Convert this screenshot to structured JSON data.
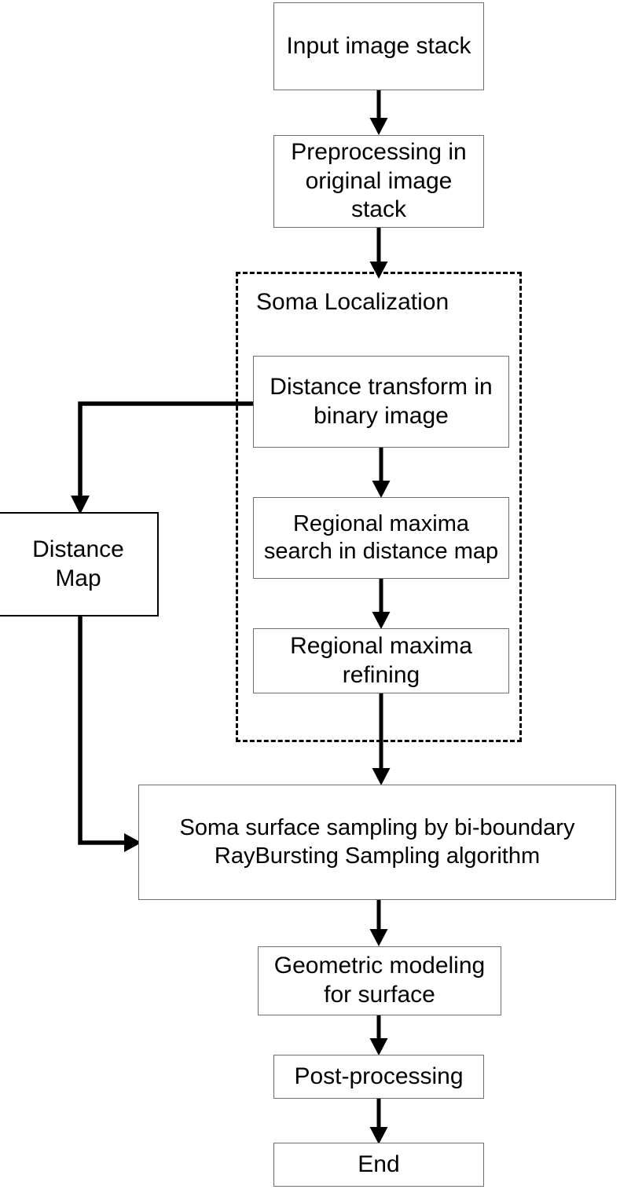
{
  "diagram": {
    "title": "Soma reconstruction pipeline flowchart",
    "background_color": "#ffffff",
    "line_color": "#000000",
    "box_border_color": "#6f6f6f",
    "text_color": "#000000",
    "nodes": [
      {
        "id": "input",
        "label": "Input image stack"
      },
      {
        "id": "preprocess",
        "label": "Preprocessing in\noriginal image\nstack"
      },
      {
        "id": "dist_xform",
        "label": "Distance transform in\nbinary image"
      },
      {
        "id": "reg_search",
        "label": "Regional maxima\nsearch in distance map"
      },
      {
        "id": "reg_refine",
        "label": "Regional maxima\nrefining"
      },
      {
        "id": "dist_map",
        "label": "Distance Map"
      },
      {
        "id": "soma_sample",
        "label": "Soma surface sampling by bi-boundary\nRayBursting Sampling algorithm"
      },
      {
        "id": "geo_model",
        "label": "Geometric modeling\nfor surface"
      },
      {
        "id": "postprocess",
        "label": "Post-processing"
      },
      {
        "id": "end",
        "label": "End"
      }
    ],
    "groups": [
      {
        "id": "soma_localization",
        "label": "Soma Localization",
        "style": "dashed"
      }
    ],
    "edges": [
      {
        "from": "input",
        "to": "preprocess",
        "type": "arrow-down"
      },
      {
        "from": "preprocess",
        "to": "dist_xform",
        "type": "arrow-down"
      },
      {
        "from": "dist_xform",
        "to": "reg_search",
        "type": "arrow-down"
      },
      {
        "from": "reg_search",
        "to": "reg_refine",
        "type": "arrow-down"
      },
      {
        "from": "reg_refine",
        "to": "soma_sample",
        "type": "arrow-down"
      },
      {
        "from": "dist_xform",
        "to": "dist_map",
        "type": "elbow-left-down"
      },
      {
        "from": "dist_map",
        "to": "soma_sample",
        "type": "elbow-down-right"
      },
      {
        "from": "soma_sample",
        "to": "geo_model",
        "type": "arrow-down"
      },
      {
        "from": "geo_model",
        "to": "postprocess",
        "type": "arrow-down"
      },
      {
        "from": "postprocess",
        "to": "end",
        "type": "arrow-down"
      }
    ]
  }
}
